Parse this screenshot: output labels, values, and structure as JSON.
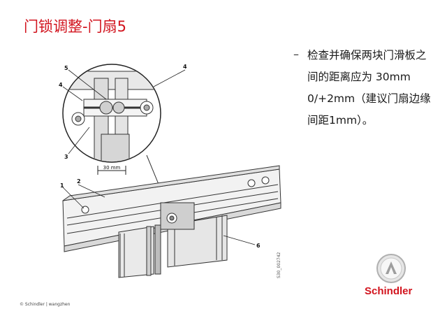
{
  "slide": {
    "title": "门锁调整-门扇5",
    "bullet_dash": "–",
    "bullet_text": "检查并确保两块门滑板之间的距离应为 30mm 0/+2mm（建议门扇边缘间距1mm）。",
    "footer": "© Schindler | wangzhen"
  },
  "drawing": {
    "callouts": [
      "5",
      "4",
      "4",
      "3",
      "1",
      "2",
      "6"
    ],
    "dimension_label": "30 mm",
    "doc_number": "S30_002742"
  },
  "logo": {
    "text": "Schindler",
    "icon": "schindler-logo-icon",
    "color": "#d2141e"
  }
}
